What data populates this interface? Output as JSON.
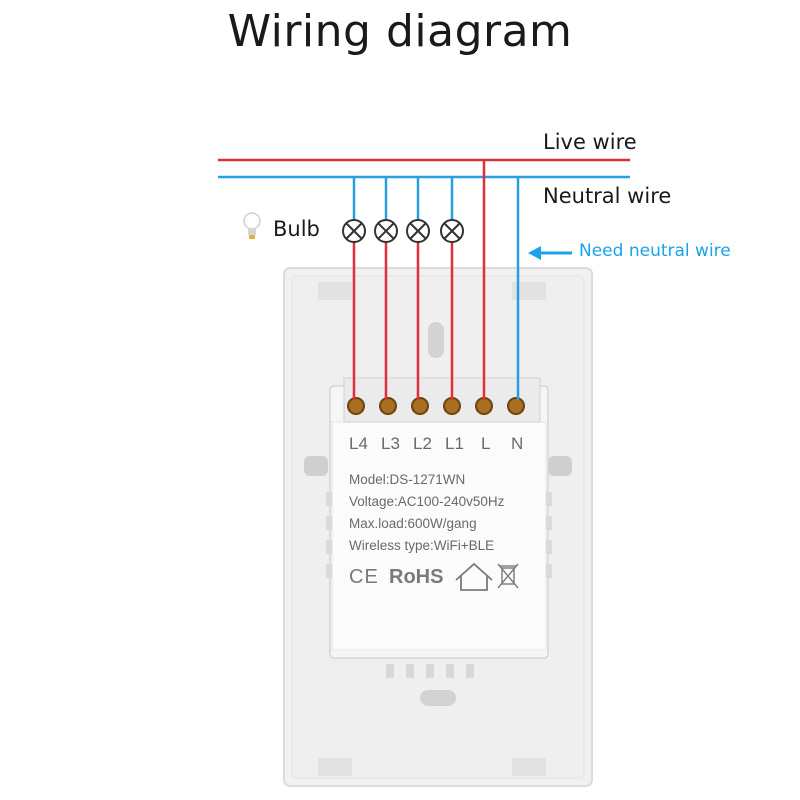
{
  "title": "Wiring diagram",
  "wires": {
    "live_label": "Live wire",
    "neutral_label": "Neutral wire",
    "live_color": "#e0313b",
    "neutral_color": "#2a9fe0"
  },
  "bulb": {
    "label": "Bulb",
    "icon": "light-bulb-icon",
    "lamp_icon": "lamp-symbol-icon"
  },
  "note": {
    "label": "Need neutral wire",
    "color": "#1aa3e8",
    "icon": "arrow-left-icon"
  },
  "terminals": [
    "L4",
    "L3",
    "L2",
    "L1",
    "L",
    "N"
  ],
  "specs": {
    "model": "Model:DS-1271WN",
    "voltage": "Voltage:AC100-240v50Hz",
    "max_load": "Max.load:600W/gang",
    "wireless": "Wireless type:WiFi+BLE"
  },
  "certifications": {
    "ce": "CE",
    "rohs": "RoHS",
    "icons": [
      "house-icon",
      "weee-bin-icon"
    ]
  }
}
